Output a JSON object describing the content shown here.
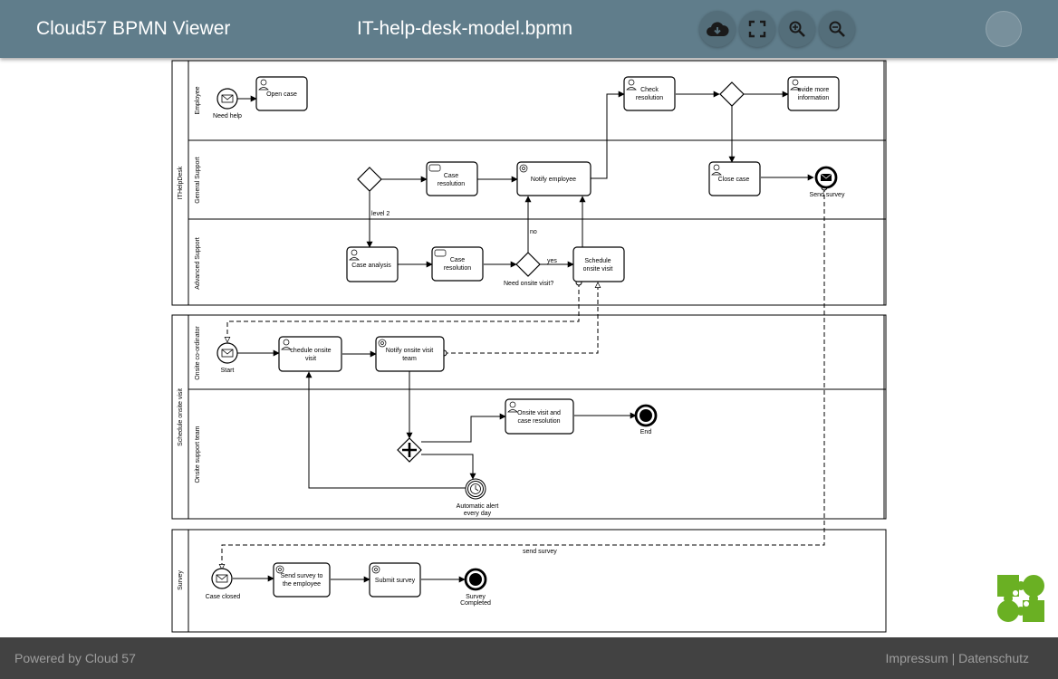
{
  "header": {
    "app_title": "Cloud57 BPMN Viewer",
    "file_name": "IT-help-desk-model.bpmn",
    "buttons": [
      {
        "name": "download-button",
        "icon": "cloud-download-icon"
      },
      {
        "name": "fullscreen-button",
        "icon": "fullscreen-icon"
      },
      {
        "name": "zoom-in-button",
        "icon": "zoom-in-icon"
      },
      {
        "name": "zoom-out-button",
        "icon": "zoom-out-icon"
      }
    ]
  },
  "diagram": {
    "pools": {
      "ithelpdesk": "ITHelpDesk",
      "schedule": "Schedule onsite visit",
      "survey": "Survey"
    },
    "lanes": {
      "employee": "Employee",
      "general": "General Support",
      "advanced": "Advanced Support",
      "coordinator": "Onsite co-ordinator",
      "support_team": "Onsite support team"
    },
    "tasks": {
      "open_case": [
        "Open case"
      ],
      "check_resolution": [
        "Check",
        "resolution"
      ],
      "provide_info": [
        "ovide more",
        "information"
      ],
      "case_resolution_general": [
        "Case",
        "resolution"
      ],
      "notify_employee": [
        "Notify employee"
      ],
      "close_case": [
        "Close case"
      ],
      "case_analysis": [
        "Case analysis"
      ],
      "case_resolution_advanced": [
        "Case",
        "resolution"
      ],
      "schedule_onsite": [
        "Schedule",
        "onsite visit"
      ],
      "schedule_onsite_visit": [
        "chedule onsite",
        "visit"
      ],
      "notify_onsite_team": [
        "Notify onsite visit",
        "team"
      ],
      "onsite_visit_resolution": [
        "Onsite visit and",
        "case resolution"
      ],
      "send_survey_employee": [
        "Send survey to",
        "the employee"
      ],
      "submit_survey": [
        "Submit survey"
      ]
    },
    "events": {
      "need_help": "Need help",
      "send_survey": "Send survey",
      "start": "Start",
      "end": "End",
      "alert": [
        "Automatic alert",
        "every day"
      ],
      "case_closed": "Case closed",
      "survey_completed": [
        "Survey",
        "Completed"
      ]
    },
    "flow_labels": {
      "level2": "level 2",
      "no": "no",
      "yes": "yes",
      "need_onsite": "Need onsite visit?",
      "send_survey_msg": "send survey"
    }
  },
  "footer": {
    "powered_by": "Powered by Cloud 57",
    "impressum": "Impressum",
    "separator": "|",
    "datenschutz": "Datenschutz"
  },
  "colors": {
    "header_bg": "#607d8b",
    "footer_bg": "#424242",
    "logo_green": "#6ab023"
  }
}
